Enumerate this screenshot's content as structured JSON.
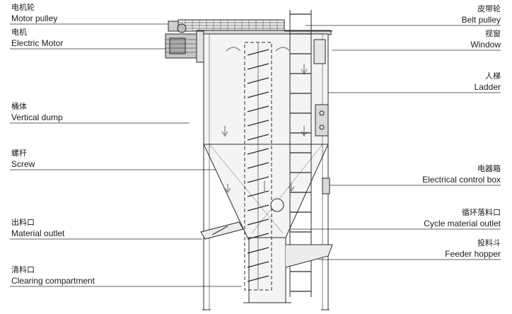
{
  "palette": {
    "line": "#2b2b2b",
    "fill": "#e4e4e4",
    "arrow": "#8f8f8f",
    "panel": "#d7d7d7"
  },
  "labels_left": [
    {
      "zh": "电机轮",
      "en": "Motor pulley"
    },
    {
      "zh": "电机",
      "en": "Electric Motor"
    },
    {
      "zh": "桶体",
      "en": "Vertical dump"
    },
    {
      "zh": "螺杆",
      "en": "Screw"
    },
    {
      "zh": "出料口",
      "en": "Material outlet"
    },
    {
      "zh": "清料口",
      "en": "Clearing compartment"
    }
  ],
  "labels_right": [
    {
      "zh": "皮带轮",
      "en": "Belt pulley"
    },
    {
      "zh": "视窗",
      "en": "Window"
    },
    {
      "zh": "人梯",
      "en": "Ladder"
    },
    {
      "zh": "电器箱",
      "en": "Electrical control box"
    },
    {
      "zh": "循环落料口",
      "en": "Cycle material outlet"
    },
    {
      "zh": "投料斗",
      "en": "Feeder hopper"
    }
  ]
}
